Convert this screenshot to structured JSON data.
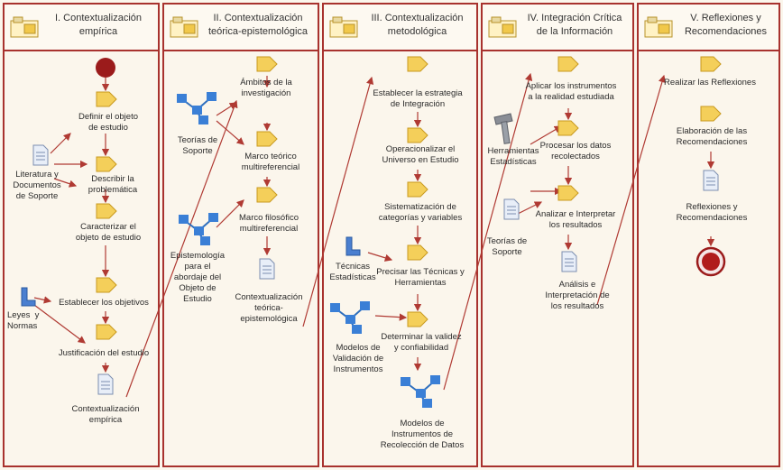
{
  "lanes": [
    {
      "title_l1": "I. Contextualización",
      "title_l2": "empírica"
    },
    {
      "title_l1": "II. Contextualización",
      "title_l2": "teórica-epistemológica"
    },
    {
      "title_l1": "III. Contextualización",
      "title_l2": "metodológica"
    },
    {
      "title_l1": "IV. Integración Crítica",
      "title_l2": "de la Información"
    },
    {
      "title_l1": "V. Reflexiones y",
      "title_l2": "Recomendaciones"
    }
  ],
  "lane1": {
    "step1_l1": "Definir el objeto",
    "step1_l2": "de estudio",
    "step2_l1": "Describir la",
    "step2_l2": "problemática",
    "step3_l1": "Caracterizar el",
    "step3_l2": "objeto de estudio",
    "step4": "Establecer los objetivos",
    "step5": "Justificación del estudio",
    "output_l1": "Contextualización",
    "output_l2": "empírica",
    "input1_l1": "Literatura y",
    "input1_l2": "Documentos",
    "input1_l3": "de Soporte",
    "input2_l1": "Leyes",
    "input2_l2": "y",
    "input2_l3": "Normas"
  },
  "lane2": {
    "step1_l1": "Ámbitos de la",
    "step1_l2": "investigación",
    "step2_l1": "Marco teórico",
    "step2_l2": "multireferencial",
    "step3_l1": "Marco filosófico",
    "step3_l2": "multireferencial",
    "output_l1": "Contextualización",
    "output_l2": "teórica-",
    "output_l3": "epistemológica",
    "input1_l1": "Teorías de",
    "input1_l2": "Soporte",
    "input2_l1": "Epistemología",
    "input2_l2": "para el",
    "input2_l3": "abordaje del",
    "input2_l4": "Objeto de",
    "input2_l5": "Estudio"
  },
  "lane3": {
    "step1_l1": "Establecer la estrategia",
    "step1_l2": "de Integración",
    "step2_l1": "Operacionalizar el",
    "step2_l2": "Universo en Estudio",
    "step3_l1": "Sistematización de",
    "step3_l2": "categorías y variables",
    "step4_l1": "Precisar las Técnicas y",
    "step4_l2": "Herramientas",
    "step5_l1": "Determinar la validez",
    "step5_l2": "y confiabilidad",
    "output_l1": "Modelos de",
    "output_l2": "Instrumentos  de",
    "output_l3": "Recolección de Datos",
    "input1_l1": "Técnicas",
    "input1_l2": "Estadísticas",
    "input2_l1": "Modelos de",
    "input2_l2": "Validación  de",
    "input2_l3": "Instrumentos"
  },
  "lane4": {
    "step1_l1": "Aplicar los instrumentos",
    "step1_l2": "a la realidad estudiada",
    "step2_l1": "Procesar los datos",
    "step2_l2": "recolectados",
    "step3_l1": "Analizar e Interpretar",
    "step3_l2": "los resultados",
    "output_l1": "Análisis e",
    "output_l2": "Interpretación  de",
    "output_l3": "los  resultados",
    "input1_l1": "Herramientas",
    "input1_l2": "Estadísticas",
    "input2_l1": "Teorías de",
    "input2_l2": "Soporte"
  },
  "lane5": {
    "step1": "Realizar las Reflexiones",
    "step2_l1": "Elaboración de las",
    "step2_l2": "Recomendaciones",
    "output_l1": "Reflexiones y",
    "output_l2": "Recomendaciones"
  },
  "colors": {
    "lane_border": "#a8322e",
    "arrow": "#b03a33",
    "task_fill": "#f4cf5a",
    "task_stroke": "#c99a1f",
    "network": "#2f6fbd",
    "start": "#9b1b1b"
  }
}
